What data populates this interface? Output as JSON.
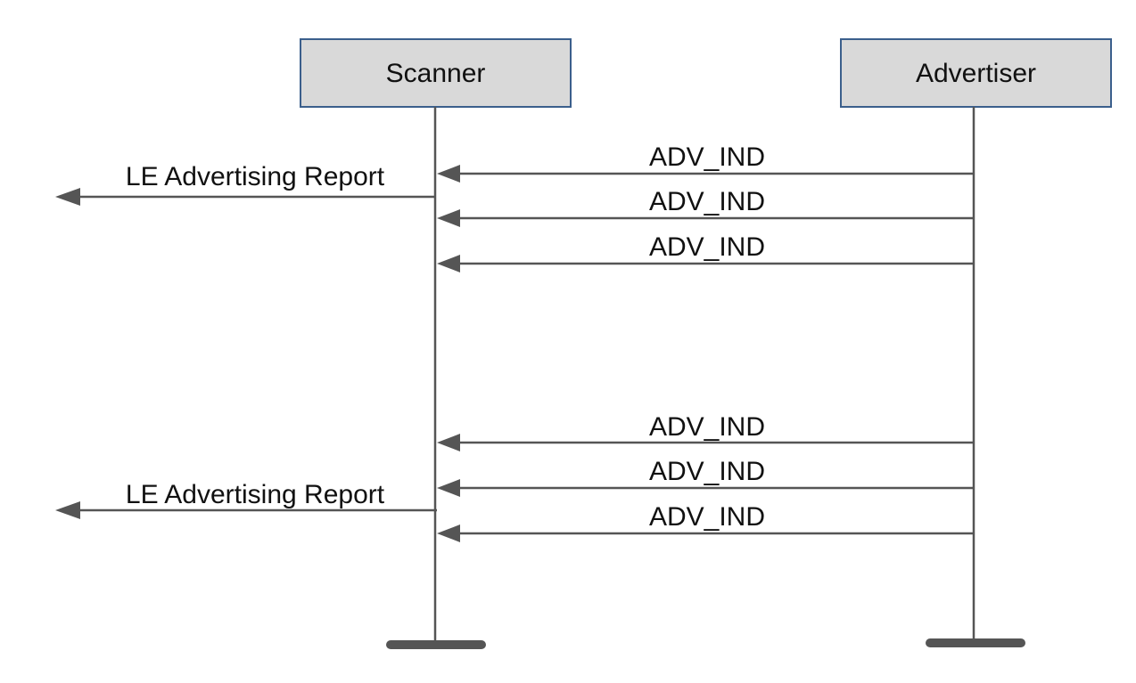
{
  "participants": {
    "scanner": {
      "label": "Scanner"
    },
    "advertiser": {
      "label": "Advertiser"
    }
  },
  "messages": [
    {
      "label": "ADV_IND",
      "from": "advertiser",
      "to": "scanner"
    },
    {
      "label": "ADV_IND",
      "from": "advertiser",
      "to": "scanner"
    },
    {
      "label": "ADV_IND",
      "from": "advertiser",
      "to": "scanner"
    },
    {
      "label": "ADV_IND",
      "from": "advertiser",
      "to": "scanner"
    },
    {
      "label": "ADV_IND",
      "from": "advertiser",
      "to": "scanner"
    },
    {
      "label": "ADV_IND",
      "from": "advertiser",
      "to": "scanner"
    }
  ],
  "reports": [
    {
      "label": "LE Advertising Report",
      "from": "scanner",
      "to": "host"
    },
    {
      "label": "LE Advertising Report",
      "from": "scanner",
      "to": "host"
    }
  ],
  "colors": {
    "box_fill": "#d9d9d9",
    "box_border": "#3b5f8c",
    "line": "#555555",
    "text": "#111111"
  }
}
